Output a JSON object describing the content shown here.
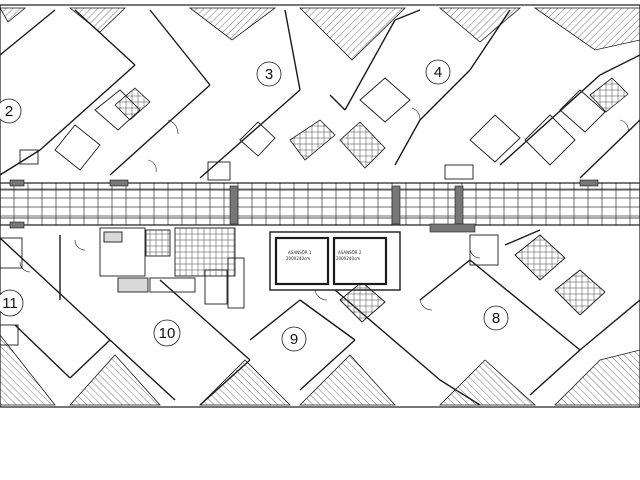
{
  "units": [
    {
      "id": "unit-2",
      "label": "2"
    },
    {
      "id": "unit-3",
      "label": "3"
    },
    {
      "id": "unit-4",
      "label": "4"
    },
    {
      "id": "unit-8",
      "label": "8"
    },
    {
      "id": "unit-9",
      "label": "9"
    },
    {
      "id": "unit-10",
      "label": "10"
    },
    {
      "id": "unit-11",
      "label": "11"
    }
  ],
  "elevators": [
    {
      "title": "ASANSÖR 1",
      "size": "200X240cm"
    },
    {
      "title": "ASANSÖR 2",
      "size": "200X240cm"
    }
  ],
  "colors": {
    "line": "#1a1a1a",
    "hatch": "#555555",
    "fill_kitchen": "#d9d9d9"
  }
}
